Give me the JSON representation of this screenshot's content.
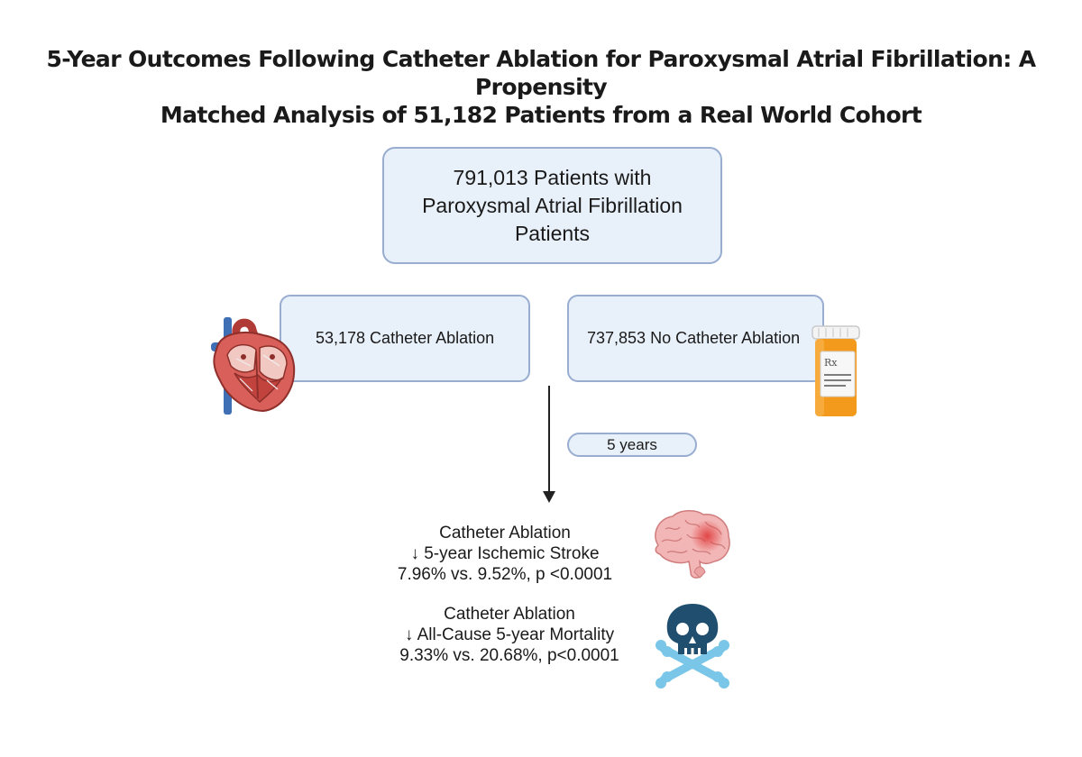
{
  "title": {
    "line1": "5-Year Outcomes Following Catheter Ablation for Paroxysmal Atrial Fibrillation: A Propensity",
    "line2": "Matched Analysis of 51,182 Patients from a Real World Cohort"
  },
  "root_box": {
    "line1": "791,013 Patients with",
    "line2": "Paroxysmal Atrial Fibrillation",
    "line3": "Patients"
  },
  "branches": {
    "left_label": "53,178 Catheter Ablation",
    "right_label": "737,853 No Catheter Ablation"
  },
  "followup": {
    "label": "5 years"
  },
  "outcomes": [
    {
      "group": "Catheter Ablation",
      "effect": "↓ 5-year Ischemic Stroke",
      "stats": "7.96% vs. 9.52%, p <0.0001",
      "icon": "brain-icon"
    },
    {
      "group": "Catheter Ablation",
      "effect": "↓ All-Cause 5-year Mortality",
      "stats": "9.33% vs. 20.68%, p<0.0001",
      "icon": "skull-crossbones-icon"
    }
  ],
  "icons": {
    "left": "heart-anatomy-icon",
    "right": "pill-bottle-icon",
    "prescription_mark": "Rx"
  },
  "colors": {
    "box_fill": "#e8f0fa",
    "box_border": "#98add0",
    "heart_red": "#c94b45",
    "pill_orange": "#f39a1c",
    "skull_blue": "#1f4e6e",
    "bones_blue": "#79c6e8"
  }
}
